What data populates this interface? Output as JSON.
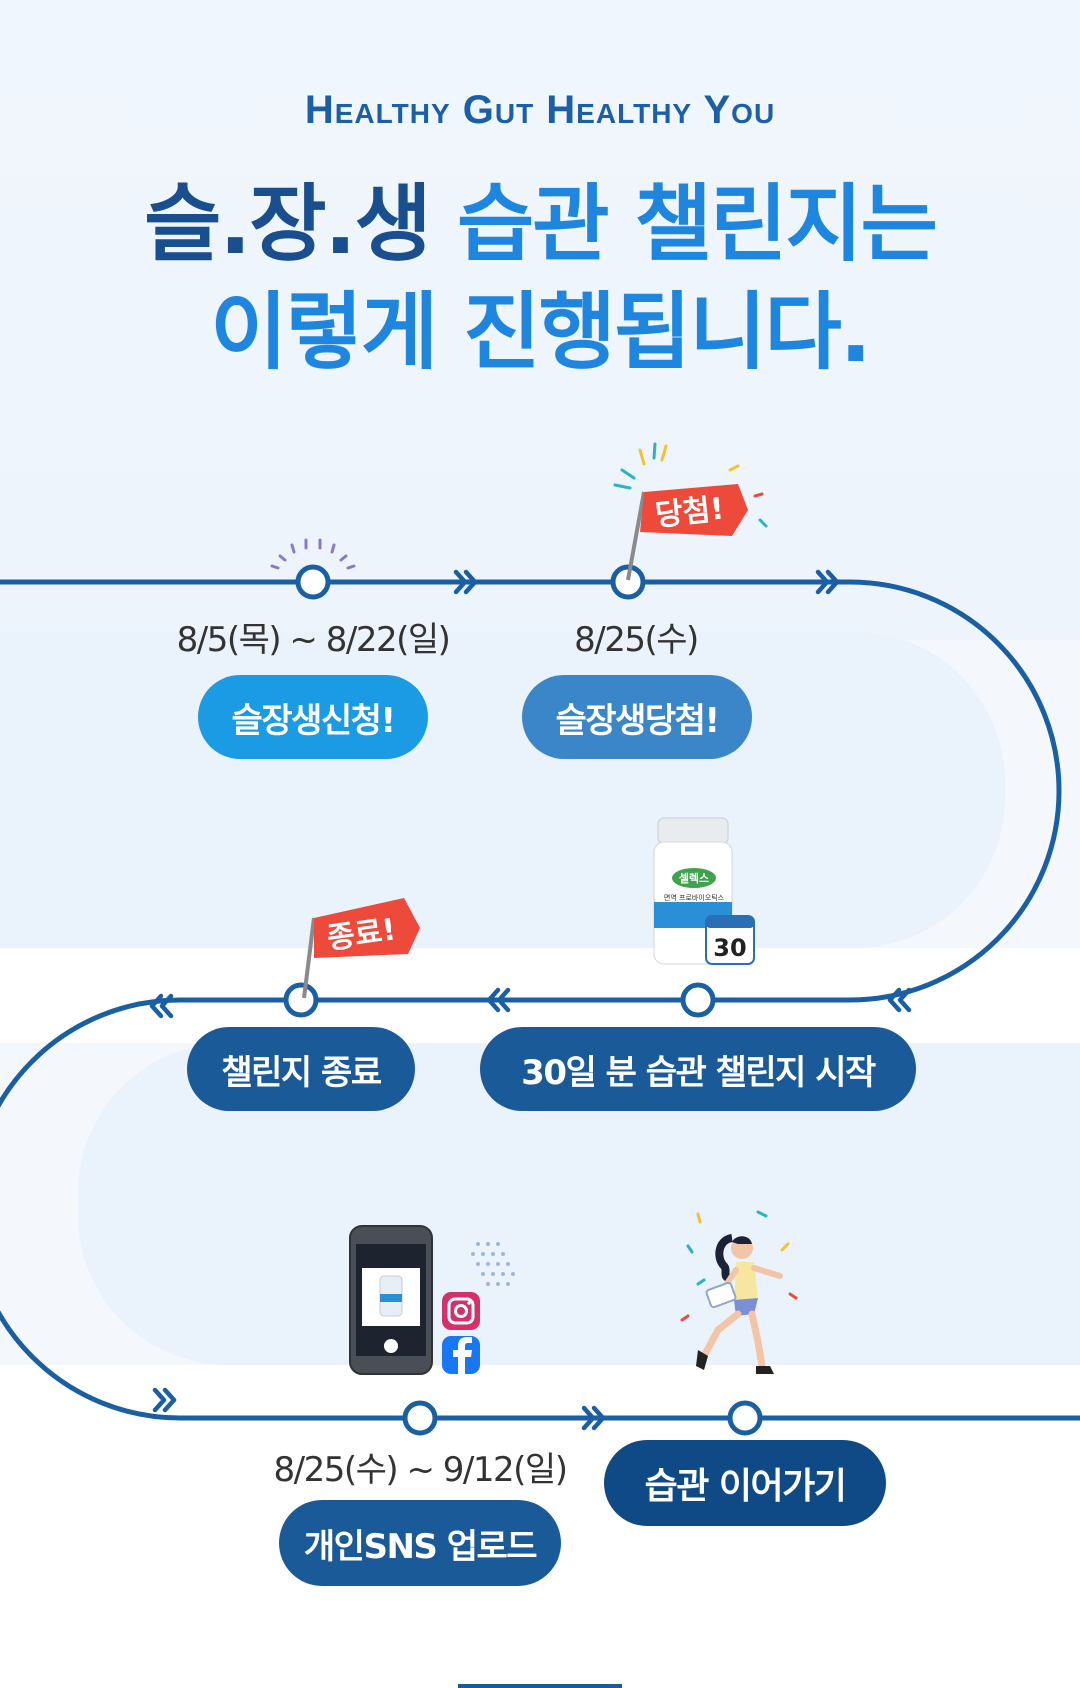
{
  "header": {
    "subtitle": "Healthy Gut Healthy You",
    "title_line1_part1": "슬.장.생",
    "title_line1_part2": "습관 챌린지는",
    "title_line2": "이렇게 진행됩니다."
  },
  "steps": [
    {
      "date": "8/5(목) ~ 8/22(일)",
      "label": "슬장생신청!"
    },
    {
      "date": "8/25(수)",
      "label": "슬장생당첨!",
      "flag": "당첨!"
    },
    {
      "label": "30일 분 습관  챌린지 시작",
      "calendar_day": "30"
    },
    {
      "label": "챌린지 종료",
      "flag": "종료!"
    },
    {
      "date": "8/25(수) ~ 9/12(일)",
      "label": "개인SNS 업로드"
    },
    {
      "label": "습관 이어가기"
    }
  ],
  "product": {
    "brand": "셀렉스",
    "name": "면역 프로바이오틱스"
  },
  "colors": {
    "dark_blue": "#1a4f8f",
    "bright_blue": "#1f86e0",
    "path_blue": "#1a5fa3",
    "flag_red": "#ee4a3b"
  }
}
